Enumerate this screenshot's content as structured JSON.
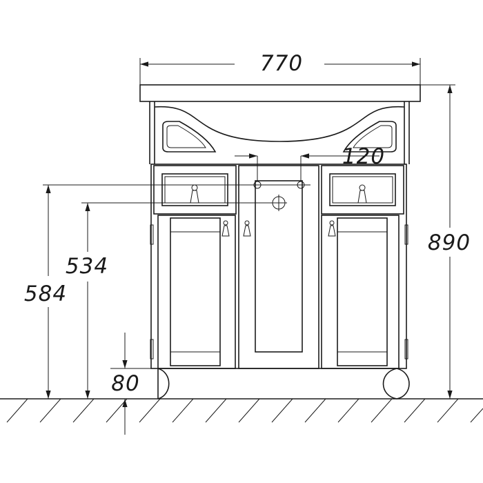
{
  "diagram": {
    "dimensions": {
      "width": "770",
      "height_total": "890",
      "pipe_offset": "120",
      "drawer_height_upper": "584",
      "drawer_height_lower": "534",
      "plinth_height": "80"
    },
    "colors": {
      "line": "#1a1a1a",
      "background": "#ffffff"
    }
  }
}
